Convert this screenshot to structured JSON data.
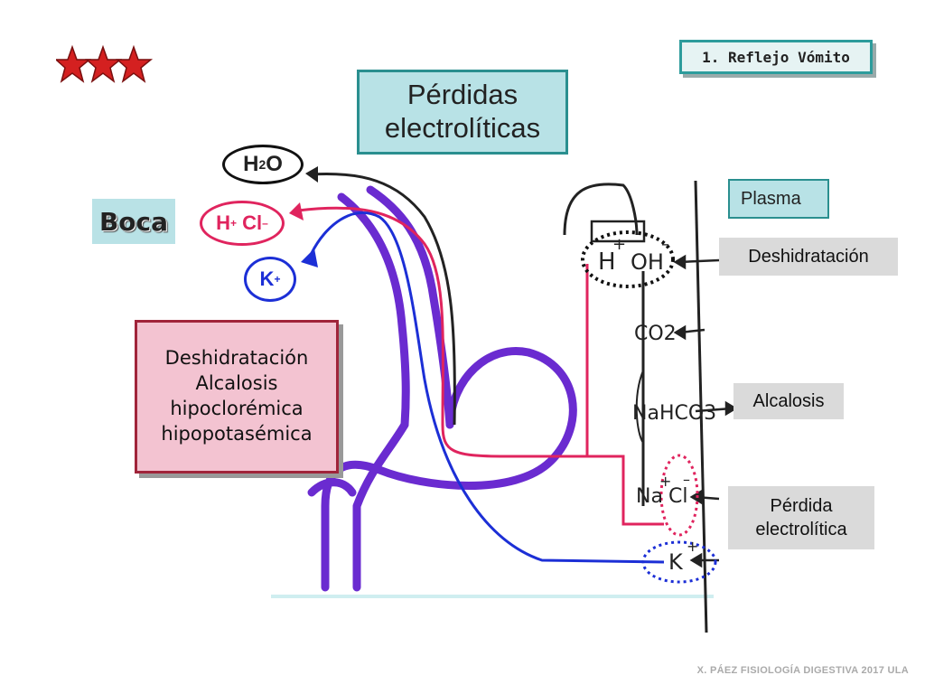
{
  "tag": "1. Reflejo Vómito",
  "title": {
    "line1": "Pérdidas",
    "line2": "electrolíticas"
  },
  "boca": "Boca",
  "ions": {
    "h2o": {
      "base": "H",
      "sub": "2",
      "tail": "O"
    },
    "hcl": {
      "h": "H",
      "h_sup": "+",
      "cl": "Cl",
      "cl_sup": "–"
    },
    "k": {
      "base": "K",
      "sup": "+"
    }
  },
  "summary": [
    "Deshidratación",
    "Alcalosis",
    "hipoclorémica",
    "hipopotasémica"
  ],
  "right_labels": {
    "plasma": "Plasma",
    "deshidratacion": "Deshidratación",
    "alcalosis": "Alcalosis",
    "perdida": [
      "Pérdida",
      "electrolítica"
    ]
  },
  "handwritten": {
    "h": "H",
    "h_sup": "+",
    "oh": "OH",
    "oh_sup": "–",
    "co2": "CO2",
    "nahco3": "NaHCO3",
    "na": "Na",
    "na_sup": "+",
    "cl": "Cl",
    "cl_sup": "–",
    "k": "K",
    "k_sup": "+"
  },
  "footer": "X. PÁEZ   FISIOLOGÍA DIGESTIVA 2017   ULA",
  "colors": {
    "stomach_outline": "#6a2bd0",
    "water_path": "#222222",
    "acid_path": "#e0245e",
    "potassium_path": "#1c2fd6",
    "stars": "#d42020"
  }
}
